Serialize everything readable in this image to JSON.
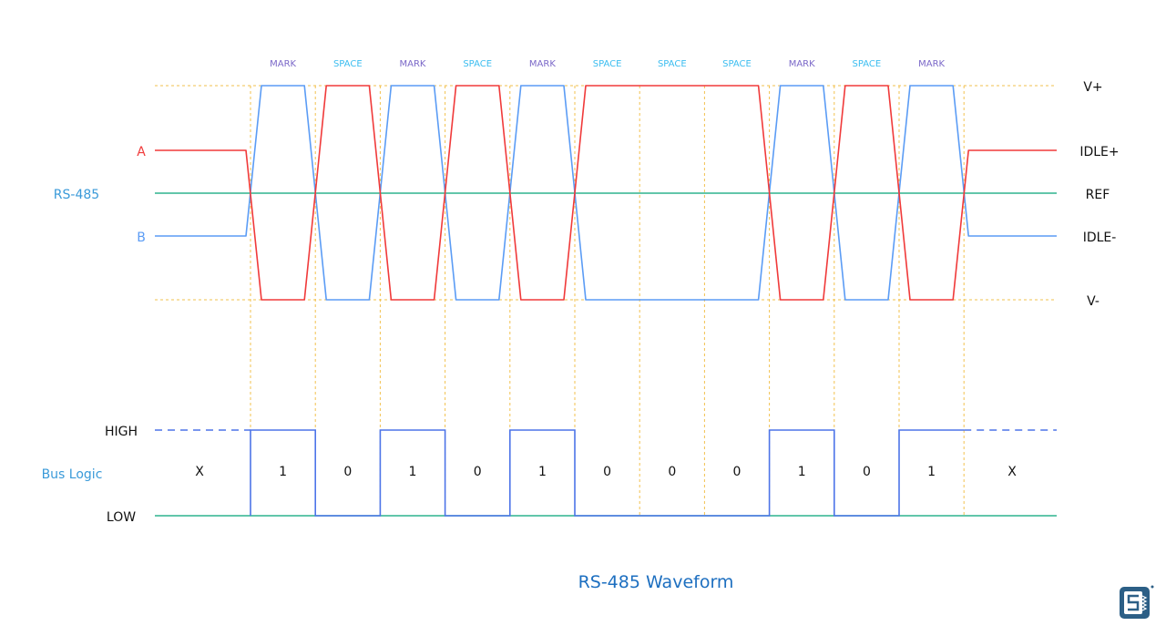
{
  "title": "RS-485 Waveform",
  "left_labels": {
    "a": "A",
    "rs485": "RS-485",
    "b": "B",
    "high": "HIGH",
    "bus_logic": "Bus Logic",
    "low": "LOW"
  },
  "right_labels": {
    "vplus": "V+",
    "idle_plus": "IDLE+",
    "ref": "REF",
    "idle_minus": "IDLE-",
    "vminus": "V-"
  },
  "bits": [
    "1",
    "0",
    "1",
    "0",
    "1",
    "0",
    "0",
    "0",
    "1",
    "0",
    "1"
  ],
  "idle_symbol": "X",
  "symbol_names": {
    "1": "MARK",
    "0": "SPACE"
  },
  "colors": {
    "a": "#f03a3a",
    "b": "#5b9cf5",
    "ref": "#2fb38e",
    "grid": "#f2c14e",
    "logic": "#4d74e8",
    "mark": "#7b68c8",
    "space": "#3bbdf0",
    "title": "#1d6fc0",
    "rs485_label": "#3a9ad9",
    "logo": "#2c5f86"
  }
}
